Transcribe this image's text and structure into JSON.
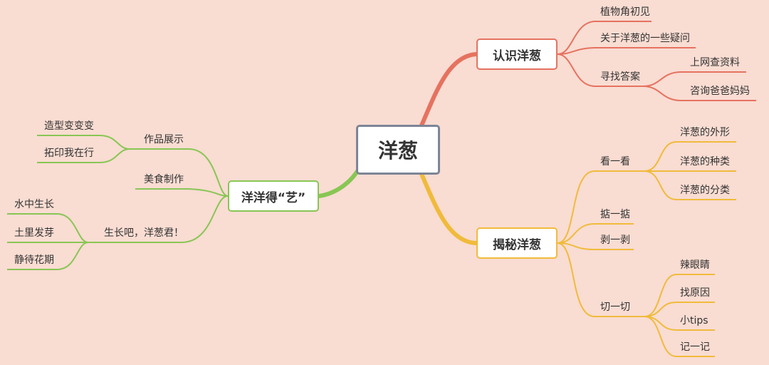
{
  "colors": {
    "background": "#f9dcd2",
    "root_border": "#7d8596",
    "branch1": "#e67260",
    "branch2": "#f0bb3b",
    "branch3": "#88c654"
  },
  "root": "洋葱",
  "branches": {
    "know": {
      "label": "认识洋葱",
      "children": [
        "植物角初见",
        "关于洋葱的一些疑问",
        "寻找答案"
      ],
      "answers": [
        "上网查资料",
        "咨询爸爸妈妈"
      ]
    },
    "reveal": {
      "label": "揭秘洋葱",
      "children": [
        "看一看",
        "掂一掂",
        "剥一剥",
        "切一切"
      ],
      "look": [
        "洋葱的外形",
        "洋葱的种类",
        "洋葱的分类"
      ],
      "cut": [
        "辣眼睛",
        "找原因",
        "小tips",
        "记一记"
      ]
    },
    "art": {
      "label": "洋洋得“艺”",
      "children": [
        "作品展示",
        "美食制作",
        "生长吧，洋葱君！"
      ],
      "works": [
        "造型变变变",
        "拓印我在行"
      ],
      "grow": [
        "水中生长",
        "土里发芽",
        "静待花期"
      ]
    }
  }
}
